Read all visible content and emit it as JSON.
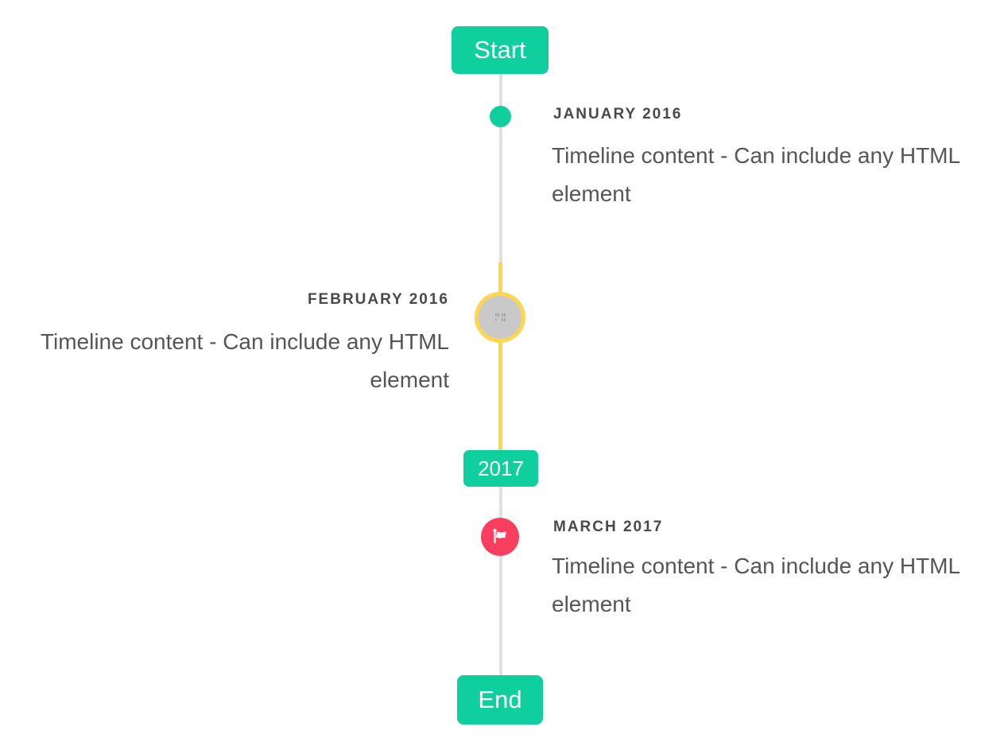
{
  "timeline": {
    "start_label": "Start",
    "end_label": "End",
    "year_divider": "2017",
    "colors": {
      "accent_teal": "#0fcf9f",
      "line_gray": "#e0e0e0",
      "highlight_yellow": "#fdd64e",
      "marker_red": "#fa3e5e",
      "marker_gray_fill": "#c9c9c9",
      "icon_mark_gray": "#a5a5a5",
      "label_text": "#48494d",
      "content_text": "#55565a"
    },
    "entries": [
      {
        "date": "JANUARY 2016",
        "content": "Timeline content - Can include any HTML element",
        "side": "right",
        "marker": "teal-dot"
      },
      {
        "date": "FEBRUARY 2016",
        "content": "Timeline content - Can include any HTML element",
        "side": "left",
        "marker": "image-placeholder-yellow-ring"
      },
      {
        "date": "MARCH 2017",
        "content": "Timeline content - Can include any HTML element",
        "side": "right",
        "marker": "red-flag"
      }
    ]
  }
}
